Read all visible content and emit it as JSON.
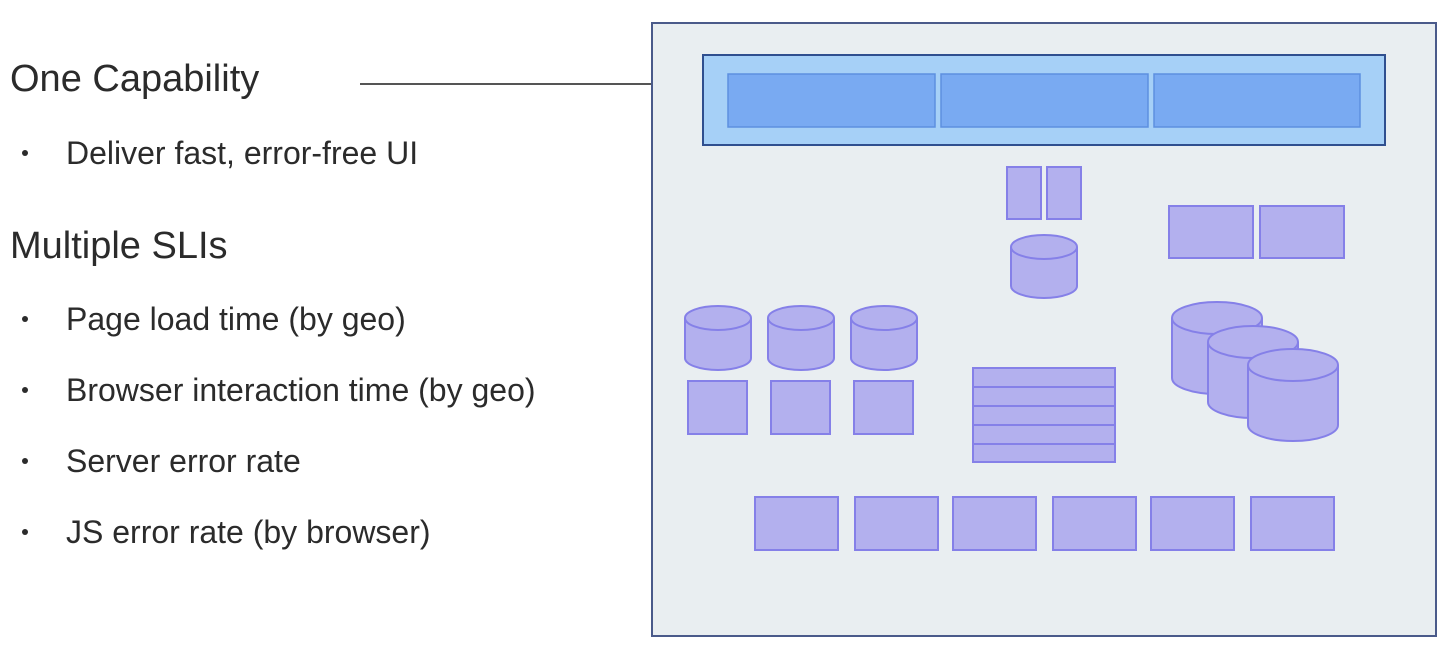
{
  "capability": {
    "heading": "One Capability",
    "bullets": [
      "Deliver fast, error-free UI"
    ]
  },
  "slis": {
    "heading": "Multiple SLIs",
    "bullets": [
      "Page load time (by geo)",
      "Browser interaction time (by geo)",
      "Server error rate",
      "JS error rate (by browser)"
    ]
  },
  "colors": {
    "panel_fill": "#e9eef1",
    "panel_border": "#4a5a8a",
    "ui_bar_fill": "#a6d0f7",
    "ui_bar_border": "#2f4f8f",
    "ui_cell_fill": "#79aaf2",
    "component_fill": "#b3b0ee",
    "component_border": "#8580e8",
    "text": "#2b2b2b",
    "connector": "#555555"
  }
}
